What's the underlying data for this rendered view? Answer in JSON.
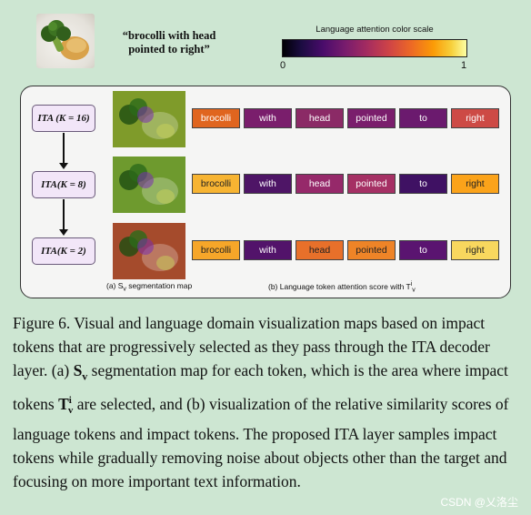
{
  "query": "“brocolli with head pointed to right”",
  "scale": {
    "title": "Language attention color scale",
    "min_label": "0",
    "max_label": "1"
  },
  "rows": [
    {
      "ita_label": "ITA (K = 16)",
      "seg_tint": "#7f9b2a",
      "tokens": [
        {
          "text": "brocolli",
          "color": "#e0651f",
          "text_color": "#ffffff"
        },
        {
          "text": "with",
          "color": "#7a1e6c",
          "text_color": "#ffffff"
        },
        {
          "text": "head",
          "color": "#8b2a66",
          "text_color": "#ffffff"
        },
        {
          "text": "pointed",
          "color": "#7a1e6c",
          "text_color": "#ffffff"
        },
        {
          "text": "to",
          "color": "#6b1a6e",
          "text_color": "#ffffff"
        },
        {
          "text": "right",
          "color": "#cd4a45",
          "text_color": "#ffffff"
        }
      ]
    },
    {
      "ita_label": "ITA(K = 8)",
      "seg_tint": "#6e9a2e",
      "tokens": [
        {
          "text": "brocolli",
          "color": "#f7b432",
          "text_color": "#222222"
        },
        {
          "text": "with",
          "color": "#4e1566",
          "text_color": "#ffffff"
        },
        {
          "text": "head",
          "color": "#96296a",
          "text_color": "#ffffff"
        },
        {
          "text": "pointed",
          "color": "#a53064",
          "text_color": "#ffffff"
        },
        {
          "text": "to",
          "color": "#3f1163",
          "text_color": "#ffffff"
        },
        {
          "text": "right",
          "color": "#fba31a",
          "text_color": "#222222"
        }
      ]
    },
    {
      "ita_label": "ITA(K = 2)",
      "seg_tint": "#a54b2c",
      "tokens": [
        {
          "text": "brocolli",
          "color": "#f6a629",
          "text_color": "#222222"
        },
        {
          "text": "with",
          "color": "#52136a",
          "text_color": "#ffffff"
        },
        {
          "text": "head",
          "color": "#e8702a",
          "text_color": "#222222"
        },
        {
          "text": "pointed",
          "color": "#ee8427",
          "text_color": "#222222"
        },
        {
          "text": "to",
          "color": "#5a1470",
          "text_color": "#ffffff"
        },
        {
          "text": "right",
          "color": "#f8d75e",
          "text_color": "#222222"
        }
      ]
    }
  ],
  "captions": {
    "seg": "(a) S",
    "seg_sub": "v",
    "seg_rest": " segmentation map",
    "lang": "(b) Language token attention score with T",
    "lang_sup": "i",
    "lang_sub": "v"
  },
  "figure": {
    "prefix": "Figure 6. Visual and language domain visualization maps based on impact tokens that are progressively selected as they pass through the ITA decoder layer. (a) ",
    "sym_s": "S",
    "sym_s_sub": "v",
    "mid": " segmentation map for each token, which is the area where impact tokens ",
    "sym_t": "T",
    "sym_t_sup": "i",
    "sym_t_sub": "v",
    "suffix": " are selected, and (b) visualization of the relative similarity scores of language tokens and impact tokens. The proposed ITA layer samples impact tokens while gradually removing noise about objects other than the target and focusing on more important text information."
  },
  "watermark": "CSDN @乂洛尘"
}
